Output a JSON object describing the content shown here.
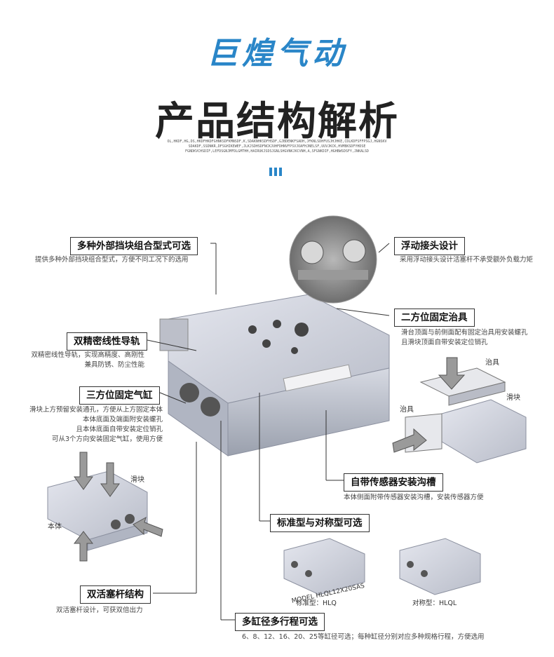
{
  "brand": "巨煌气动",
  "title": "产品结构解析",
  "tiny_text": [
    "OL,HKDF,HG,DS,HKDFHKDFGHNKSDFKMNSDF,K,SDAKNHKSDFHSDF,GJBDENKFSADH,JFKNLSDHFUSJHJHKE,CDLKDFSFFPSGJ,HGNSKV",
    "SDAKDF,SSDNKR,DFSGHIKEWEF,JLKJSDHSDFNCKJUHFDHNVFPSVJOAFHJNELSF,UUVJKCK,HVMBKSDFYHDSE",
    "FGNDKVCHSDIF,LEFDSGNJMFDLGMTHH,HAIRUKJSDSJGNLSHGVNKJKCVNH,A,SFGNKDIF,HGHBWSDSFY,JNKALSD"
  ],
  "callouts": {
    "stopper": {
      "label": "多种外部挡块组合型式可选",
      "desc": [
        "提供多种外部挡块组合型式，方便不同工况下的选用"
      ]
    },
    "joint": {
      "label": "浮动接头设计",
      "desc": [
        "采用浮动接头设计活塞杆不承受额外负载力矩"
      ]
    },
    "fixture": {
      "label": "二方位固定治具",
      "desc": [
        "滑台顶面与前侧面配有固定治具用安装螺孔",
        "且滑块顶面自带安装定位销孔"
      ]
    },
    "rail": {
      "label": "双精密线性导轨",
      "desc": [
        "双精密线性导轨，实现高精度、高刚性",
        "兼具防锈、防尘性能"
      ]
    },
    "cylinder": {
      "label": "三方位固定气缸",
      "desc": [
        "滑块上方预留安装通孔，方便从上方固定本体",
        "本体底面及端面附安装螺孔",
        "且本体底面自带安装定位销孔",
        "可从3个方向安装固定气缸，使用方便"
      ]
    },
    "sensor": {
      "label": "自带传感器安装沟槽",
      "desc": [
        "本体侧面附带传感器安装沟槽，安装传感器方便"
      ]
    },
    "types": {
      "label": "标准型与对称型可选"
    },
    "piston": {
      "label": "双活塞杆结构",
      "desc": [
        "双活塞杆设计，可获双倍出力"
      ]
    },
    "bore": {
      "label": "多缸径多行程可选",
      "desc": [
        "6、8、12、16、20、25等缸径可选；每种缸径分别对应多种规格行程，方便选用"
      ]
    }
  },
  "small_labels": {
    "fixture_top": "治具",
    "slider_right": "滑块",
    "fixture_left": "治具",
    "slider_left": "滑块",
    "body_left": "本体"
  },
  "type_captions": {
    "standard": "标准型：HLQ",
    "symmetric": "对称型：HLQL"
  },
  "model_plate": "MODEL HLQL12X20SAS",
  "colors": {
    "brand": "#2a86c8",
    "metal": "#c9ccd6",
    "metal_dark": "#9ea3b0",
    "frame": "#333333"
  }
}
